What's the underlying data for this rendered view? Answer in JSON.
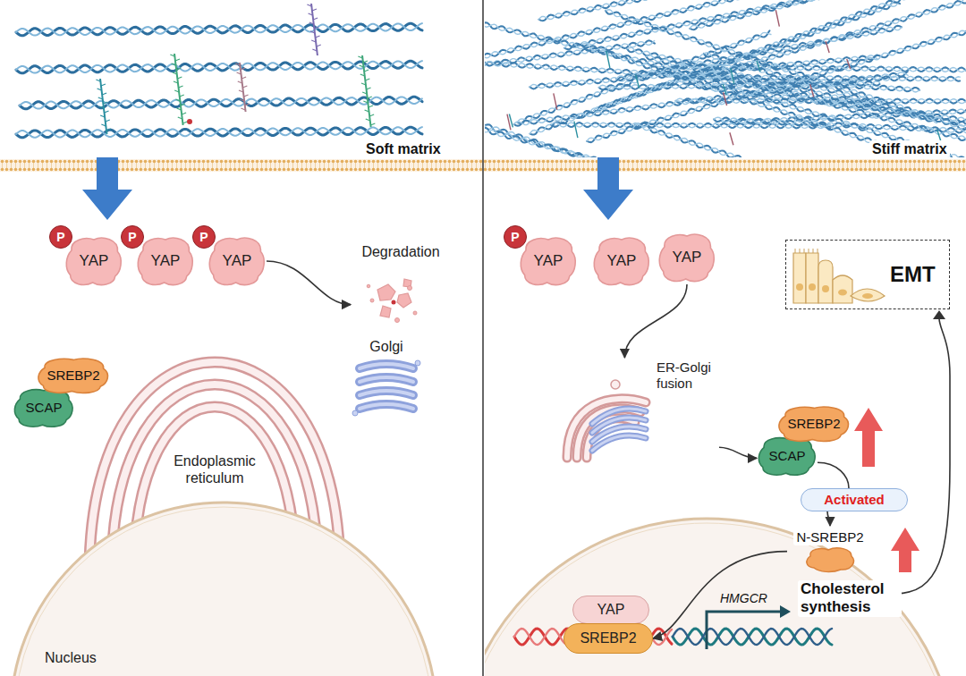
{
  "diagram": {
    "nodes": [
      {
        "text": [
          "YAP"
        ]
      },
      {
        "text": [
          "P"
        ],
        "in": 0
      },
      {
        "text": [
          "YAP"
        ]
      },
      {
        "text": [
          "P"
        ],
        "in": 2
      },
      {
        "text": [
          "YAP"
        ]
      },
      {
        "text": [
          "P"
        ],
        "in": 4
      },
      {
        "text": [
          "Degradation"
        ]
      },
      {
        "text": [
          "Endoplasmic reticulum"
        ]
      },
      {
        "text": [
          "SCAP"
        ]
      },
      {
        "text": [
          "SREBP2"
        ]
      },
      {
        "text": [
          "Golgi"
        ]
      },
      {
        "text": [
          "Nucleus"
        ]
      },
      {
        "text": [
          "YAP"
        ]
      },
      {
        "text": [
          "P"
        ],
        "in": 12
      },
      {
        "text": [
          "YAP"
        ]
      },
      {
        "text": [
          "YAP"
        ]
      },
      {
        "text": [
          "ER-Golgi fusion"
        ]
      },
      {
        "text": [
          "EMT"
        ]
      },
      {
        "text": [
          "SCAP"
        ]
      },
      {
        "text": [
          "SREBP2"
        ]
      },
      {
        "text": [
          "Activated"
        ]
      },
      {
        "text": [
          "N-SREBP2"
        ]
      },
      {
        "text": [
          "YAP"
        ]
      },
      {
        "text": [
          "SREBP2"
        ]
      }
    ],
    "edges": [
      {
        "from": 4,
        "to": 6,
        "arrow": "to"
      },
      {
        "from": 15,
        "to": 16,
        "arrow": "to"
      },
      {
        "from": 16,
        "to": 18,
        "arrow": "to"
      },
      {
        "from": 18,
        "to": 20,
        "arrow": "none"
      },
      {
        "from": 20,
        "to": 21,
        "arrow": "to"
      },
      {
        "from": 21,
        "to": 23,
        "arrow": "to"
      }
    ],
    "labels": [
      "Soft matrix",
      "Stiff matrix",
      "HMGCR",
      "Cholesterol synthesis"
    ]
  }
}
